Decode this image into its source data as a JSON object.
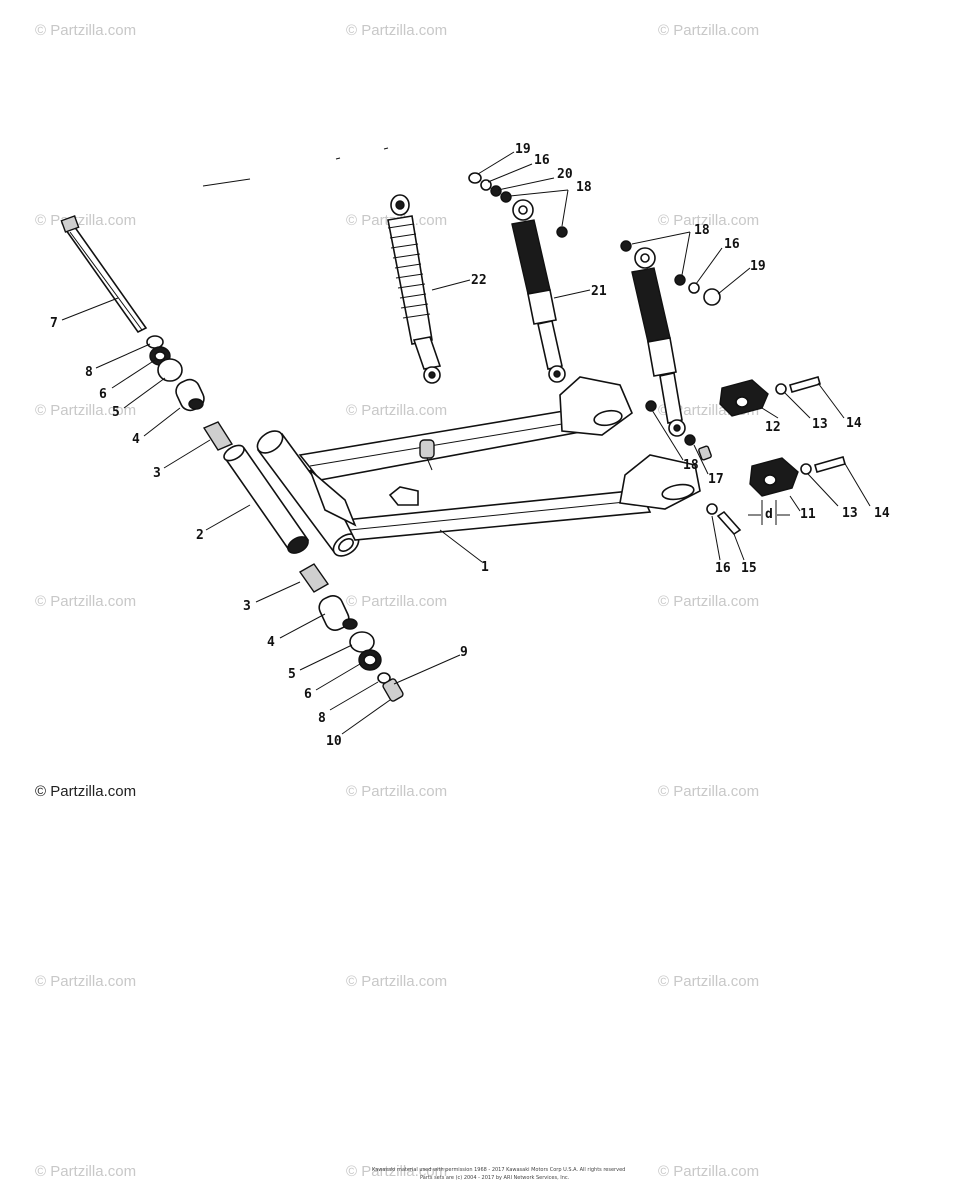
{
  "watermark": {
    "text": "© Partzilla.com"
  },
  "copyright": {
    "line1": "Kawasaki material used with permission 1968 - 2017 Kawasaki Motors Corp U.S.A. All rights reserved",
    "line2": "Parts sets are (c) 2004 - 2017 by ARI Network Services, Inc."
  },
  "callouts": [
    {
      "id": "c1",
      "label": "1"
    },
    {
      "id": "c2",
      "label": "2"
    },
    {
      "id": "c3a",
      "label": "3"
    },
    {
      "id": "c3b",
      "label": "3"
    },
    {
      "id": "c4a",
      "label": "4"
    },
    {
      "id": "c4b",
      "label": "4"
    },
    {
      "id": "c5a",
      "label": "5"
    },
    {
      "id": "c5b",
      "label": "5"
    },
    {
      "id": "c6a",
      "label": "6"
    },
    {
      "id": "c6b",
      "label": "6"
    },
    {
      "id": "c7",
      "label": "7"
    },
    {
      "id": "c8a",
      "label": "8"
    },
    {
      "id": "c8b",
      "label": "8"
    },
    {
      "id": "c9",
      "label": "9"
    },
    {
      "id": "c10",
      "label": "10"
    },
    {
      "id": "c11",
      "label": "11"
    },
    {
      "id": "c12",
      "label": "12"
    },
    {
      "id": "c13a",
      "label": "13"
    },
    {
      "id": "c13b",
      "label": "13"
    },
    {
      "id": "c14a",
      "label": "14"
    },
    {
      "id": "c14b",
      "label": "14"
    },
    {
      "id": "c15",
      "label": "15"
    },
    {
      "id": "c16a",
      "label": "16"
    },
    {
      "id": "c16b",
      "label": "16"
    },
    {
      "id": "c16c",
      "label": "16"
    },
    {
      "id": "c17",
      "label": "17"
    },
    {
      "id": "c18a",
      "label": "18"
    },
    {
      "id": "c18b",
      "label": "18"
    },
    {
      "id": "c18c",
      "label": "18"
    },
    {
      "id": "c19a",
      "label": "19"
    },
    {
      "id": "c19b",
      "label": "19"
    },
    {
      "id": "c20",
      "label": "20"
    },
    {
      "id": "c21",
      "label": "21"
    },
    {
      "id": "c22",
      "label": "22"
    }
  ],
  "dimension_mark": "d"
}
